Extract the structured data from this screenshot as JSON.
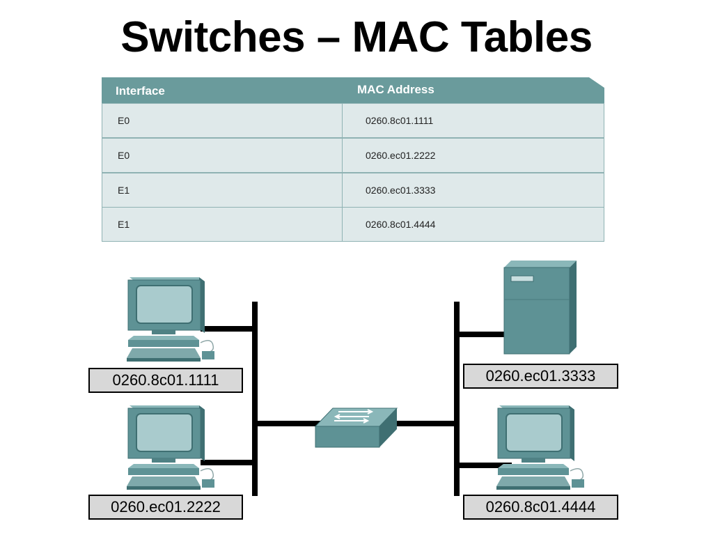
{
  "title": "Switches – MAC Tables",
  "mac_table": {
    "headers": {
      "interface": "Interface",
      "mac": "MAC Address"
    },
    "rows": [
      {
        "interface": "E0",
        "mac": "0260.8c01.1111"
      },
      {
        "interface": "E0",
        "mac": "0260.ec01.2222"
      },
      {
        "interface": "E1",
        "mac": "0260.ec01.3333"
      },
      {
        "interface": "E1",
        "mac": "0260.8c01.4444"
      }
    ]
  },
  "hosts": [
    {
      "kind": "workstation",
      "address": "0260.8c01.1111"
    },
    {
      "kind": "workstation",
      "address": "0260.ec01.2222"
    },
    {
      "kind": "server",
      "address": "0260.ec01.3333"
    },
    {
      "kind": "workstation",
      "address": "0260.8c01.4444"
    }
  ],
  "colors": {
    "device_teal": "#5e9295",
    "table_header": "#6a9b9c",
    "table_row": "#dfe9ea",
    "label_fill": "#d8d8d8"
  },
  "icons": [
    "workstation-icon",
    "server-icon",
    "switch-icon"
  ]
}
